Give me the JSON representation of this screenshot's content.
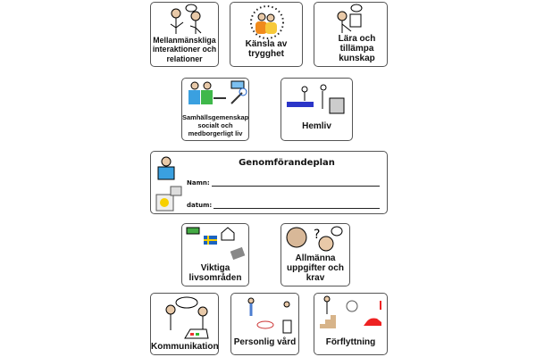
{
  "cards": [
    {
      "label": "Mellanmänskliga interaktioner och relationer",
      "icon": "two-people-talking-icon"
    },
    {
      "label": "Känsla av trygghet",
      "icon": "safe-people-icon"
    },
    {
      "label": "Lära och tillämpa kunskap",
      "icon": "learning-icon"
    },
    {
      "label": "Samhällsgemenskap socialt och medborgerligt liv",
      "icon": "community-icon"
    },
    {
      "label": "Hemliv",
      "icon": "home-life-icon"
    },
    {
      "label": "Viktiga livsområden",
      "icon": "life-areas-icon"
    },
    {
      "label": "Allmänna uppgifter och krav",
      "icon": "worried-face-icon"
    },
    {
      "label": "Kommunikation",
      "icon": "communication-icon"
    },
    {
      "label": "Personlig vård",
      "icon": "personal-care-icon"
    },
    {
      "label": "Förflyttning",
      "icon": "mobility-icon"
    }
  ],
  "plan": {
    "title": "Genomförandeplan",
    "name_label": "Namn:",
    "date_label": "datum:"
  }
}
